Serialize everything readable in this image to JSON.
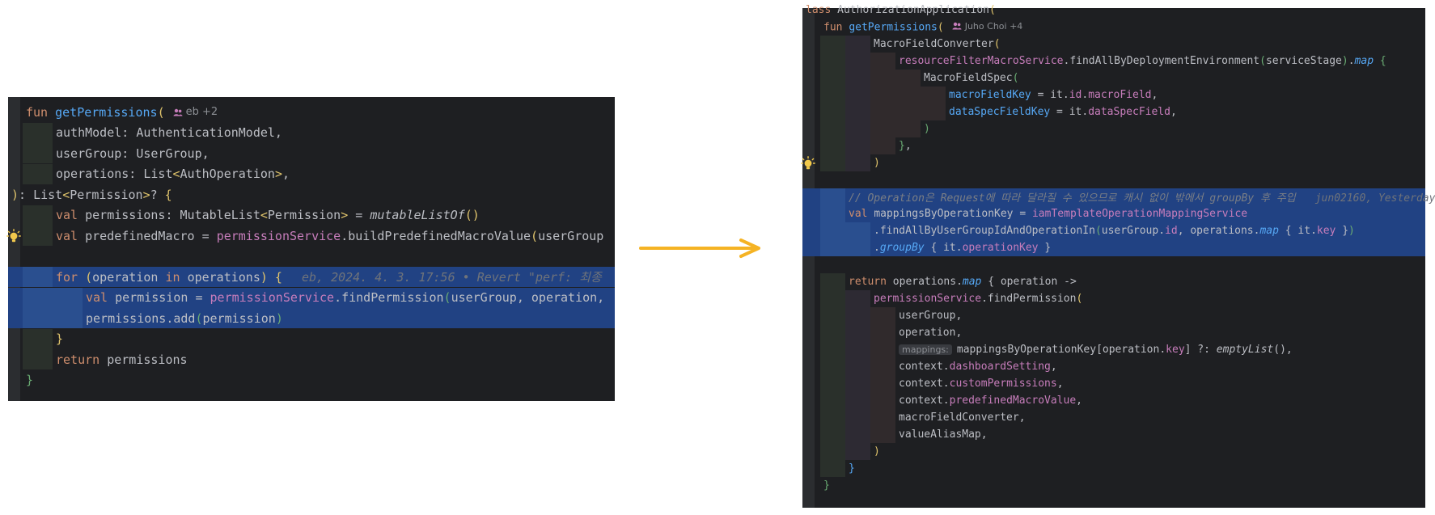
{
  "left": {
    "lines": [
      {
        "depth": 0,
        "sel": false,
        "tokens": [
          {
            "t": "fun ",
            "c": "kw"
          },
          {
            "t": "getPermissions",
            "c": "fn"
          },
          {
            "t": "(",
            "c": "yl"
          }
        ],
        "author": "eb +2"
      },
      {
        "depth": 1,
        "sel": false,
        "tokens": [
          {
            "t": "authModel: AuthenticationModel,",
            "c": "op"
          }
        ]
      },
      {
        "depth": 1,
        "sel": false,
        "tokens": [
          {
            "t": "userGroup: UserGroup,",
            "c": "op"
          }
        ]
      },
      {
        "depth": 1,
        "sel": false,
        "tokens": [
          {
            "t": "operations: List",
            "c": "op"
          },
          {
            "t": "<",
            "c": "yl"
          },
          {
            "t": "AuthOperation",
            "c": "op"
          },
          {
            "t": ">",
            "c": "yl"
          },
          {
            "t": ",",
            "c": "op"
          }
        ]
      },
      {
        "depth": 0,
        "sel": false,
        "nolead": true,
        "tokens": [
          {
            "t": ")",
            "c": "yl"
          },
          {
            "t": ": List",
            "c": "op"
          },
          {
            "t": "<",
            "c": "yl"
          },
          {
            "t": "Permission",
            "c": "op"
          },
          {
            "t": ">",
            "c": "yl"
          },
          {
            "t": "? ",
            "c": "op"
          },
          {
            "t": "{",
            "c": "yl"
          }
        ]
      },
      {
        "depth": 1,
        "sel": false,
        "tokens": [
          {
            "t": "val ",
            "c": "kw"
          },
          {
            "t": "permissions: MutableList",
            "c": "op"
          },
          {
            "t": "<",
            "c": "yl"
          },
          {
            "t": "Permission",
            "c": "op"
          },
          {
            "t": ">",
            "c": "yl"
          },
          {
            "t": " = ",
            "c": "op"
          },
          {
            "t": "mutableListOf",
            "c": "op it"
          },
          {
            "t": "()",
            "c": "yl"
          }
        ]
      },
      {
        "depth": 1,
        "sel": false,
        "bulb": true,
        "tokens": [
          {
            "t": "val ",
            "c": "kw"
          },
          {
            "t": "predefinedMacro = ",
            "c": "op"
          },
          {
            "t": "permissionService",
            "c": "pu"
          },
          {
            "t": ".buildPredefinedMacroValue",
            "c": "op"
          },
          {
            "t": "(",
            "c": "yl"
          },
          {
            "t": "userGroup",
            "c": "op"
          }
        ]
      },
      {
        "depth": 0,
        "sel": false,
        "blank": true,
        "tokens": []
      },
      {
        "depth": 1,
        "sel": true,
        "tokens": [
          {
            "t": "for ",
            "c": "kw"
          },
          {
            "t": "(",
            "c": "yl"
          },
          {
            "t": "operation ",
            "c": "op"
          },
          {
            "t": "in ",
            "c": "kw"
          },
          {
            "t": "operations",
            "c": "op"
          },
          {
            "t": ")",
            "c": "yl"
          },
          {
            "t": " {",
            "c": "yl"
          }
        ],
        "blame": "eb, 2024. 4. 3. 17:56 • Revert \"perf: 최종"
      },
      {
        "depth": 2,
        "sel": true,
        "tokens": [
          {
            "t": "val ",
            "c": "kw"
          },
          {
            "t": "permission = ",
            "c": "op"
          },
          {
            "t": "permissionService",
            "c": "pu"
          },
          {
            "t": ".findPermission",
            "c": "op"
          },
          {
            "t": "(",
            "c": "gr"
          },
          {
            "t": "userGroup, operation,",
            "c": "op"
          }
        ]
      },
      {
        "depth": 2,
        "sel": true,
        "tokens": [
          {
            "t": "permissions.add",
            "c": "op"
          },
          {
            "t": "(",
            "c": "gr"
          },
          {
            "t": "permission",
            "c": "op"
          },
          {
            "t": ")",
            "c": "gr"
          }
        ]
      },
      {
        "depth": 1,
        "sel": false,
        "tokens": [
          {
            "t": "}",
            "c": "yl"
          }
        ]
      },
      {
        "depth": 1,
        "sel": false,
        "tokens": [
          {
            "t": "return ",
            "c": "kw"
          },
          {
            "t": "permissions",
            "c": "op"
          }
        ]
      },
      {
        "depth": 0,
        "sel": false,
        "tokens": [
          {
            "t": "}",
            "c": "gr"
          }
        ]
      }
    ]
  },
  "right": {
    "lines": [
      {
        "depth": 0,
        "sel": false,
        "nolead": true,
        "tokens": [
          {
            "t": "lass ",
            "c": "kw"
          },
          {
            "t": "AuthorizationApplication",
            "c": "op"
          },
          {
            "t": "(",
            "c": "yl"
          }
        ]
      },
      {
        "depth": 0,
        "sel": false,
        "tokens": [
          {
            "t": "fun ",
            "c": "kw"
          },
          {
            "t": "getPermissions",
            "c": "fn"
          },
          {
            "t": "(",
            "c": "yl"
          }
        ],
        "author": "Juho Choi +4"
      },
      {
        "depth": 2,
        "sel": false,
        "tokens": [
          {
            "t": "MacroFieldConverter",
            "c": "op"
          },
          {
            "t": "(",
            "c": "yl"
          }
        ]
      },
      {
        "depth": 3,
        "sel": false,
        "tokens": [
          {
            "t": "resourceFilterMacroService",
            "c": "pu"
          },
          {
            "t": ".findAllByDeploymentEnvironment",
            "c": "op"
          },
          {
            "t": "(",
            "c": "gr"
          },
          {
            "t": "serviceStage",
            "c": "op"
          },
          {
            "t": ")",
            "c": "gr"
          },
          {
            "t": ".",
            "c": "op"
          },
          {
            "t": "map",
            "c": "fn it"
          },
          {
            "t": " {",
            "c": "gr"
          }
        ]
      },
      {
        "depth": 4,
        "sel": false,
        "tokens": [
          {
            "t": "MacroFieldSpec",
            "c": "op"
          },
          {
            "t": "(",
            "c": "gr"
          }
        ]
      },
      {
        "depth": 5,
        "sel": false,
        "tokens": [
          {
            "t": "macroFieldKey",
            "c": "fn"
          },
          {
            "t": " = it.",
            "c": "op"
          },
          {
            "t": "id",
            "c": "pu"
          },
          {
            "t": ".",
            "c": "op"
          },
          {
            "t": "macroField",
            "c": "pu"
          },
          {
            "t": ",",
            "c": "op"
          }
        ]
      },
      {
        "depth": 5,
        "sel": false,
        "tokens": [
          {
            "t": "dataSpecFieldKey",
            "c": "fn"
          },
          {
            "t": " = it.",
            "c": "op"
          },
          {
            "t": "dataSpecField",
            "c": "pu"
          },
          {
            "t": ",",
            "c": "op"
          }
        ]
      },
      {
        "depth": 4,
        "sel": false,
        "tokens": [
          {
            "t": ")",
            "c": "gr"
          }
        ]
      },
      {
        "depth": 3,
        "sel": false,
        "tokens": [
          {
            "t": "}",
            "c": "gr"
          },
          {
            "t": ",",
            "c": "op"
          }
        ]
      },
      {
        "depth": 2,
        "sel": false,
        "bulb": true,
        "tokens": [
          {
            "t": ")",
            "c": "yl"
          }
        ]
      },
      {
        "depth": 0,
        "sel": false,
        "blank": true,
        "tokens": []
      },
      {
        "depth": 1,
        "sel": true,
        "tokens": [
          {
            "t": "// Operation은 Request에 따라 달라질 수 있으므로 캐시 없이 밖에서 groupBy 후 주입",
            "c": "cm"
          }
        ],
        "blame": "jun02160, Yesterday"
      },
      {
        "depth": 1,
        "sel": true,
        "tokens": [
          {
            "t": "val ",
            "c": "kw"
          },
          {
            "t": "mappingsByOperationKey = ",
            "c": "op"
          },
          {
            "t": "iamTemplateOperationMappingService",
            "c": "pu"
          }
        ]
      },
      {
        "depth": 2,
        "sel": true,
        "tokens": [
          {
            "t": ".findAllByUserGroupIdAndOperationIn",
            "c": "op"
          },
          {
            "t": "(",
            "c": "gr"
          },
          {
            "t": "userGroup.",
            "c": "op"
          },
          {
            "t": "id",
            "c": "pu"
          },
          {
            "t": ", operations.",
            "c": "op"
          },
          {
            "t": "map",
            "c": "fn it"
          },
          {
            "t": " { it.",
            "c": "op"
          },
          {
            "t": "key",
            "c": "pu"
          },
          {
            "t": " }",
            "c": "op"
          },
          {
            "t": ")",
            "c": "gr"
          }
        ]
      },
      {
        "depth": 2,
        "sel": true,
        "tokens": [
          {
            "t": ".",
            "c": "op"
          },
          {
            "t": "groupBy",
            "c": "fn it"
          },
          {
            "t": " { it.",
            "c": "op"
          },
          {
            "t": "operationKey",
            "c": "pu"
          },
          {
            "t": " }",
            "c": "op"
          }
        ]
      },
      {
        "depth": 0,
        "sel": false,
        "blank": true,
        "tokens": []
      },
      {
        "depth": 1,
        "sel": false,
        "tokens": [
          {
            "t": "return ",
            "c": "kw"
          },
          {
            "t": "operations.",
            "c": "op"
          },
          {
            "t": "map",
            "c": "fn it"
          },
          {
            "t": " { operation ->",
            "c": "op"
          }
        ]
      },
      {
        "depth": 2,
        "sel": false,
        "tokens": [
          {
            "t": "permissionService",
            "c": "pu"
          },
          {
            "t": ".findPermission",
            "c": "op"
          },
          {
            "t": "(",
            "c": "yl"
          }
        ]
      },
      {
        "depth": 3,
        "sel": false,
        "tokens": [
          {
            "t": "userGroup,",
            "c": "op"
          }
        ]
      },
      {
        "depth": 3,
        "sel": false,
        "tokens": [
          {
            "t": "operation,",
            "c": "op"
          }
        ]
      },
      {
        "depth": 3,
        "sel": false,
        "hint": "mappings:",
        "tokens": [
          {
            "t": "mappingsByOperationKey",
            "c": "op"
          },
          {
            "t": "[",
            "c": "op"
          },
          {
            "t": "operation.",
            "c": "op"
          },
          {
            "t": "key",
            "c": "pu"
          },
          {
            "t": "] ?: ",
            "c": "op"
          },
          {
            "t": "emptyList",
            "c": "op it"
          },
          {
            "t": "(),",
            "c": "op"
          }
        ]
      },
      {
        "depth": 3,
        "sel": false,
        "tokens": [
          {
            "t": "context.",
            "c": "op"
          },
          {
            "t": "dashboardSetting",
            "c": "pu"
          },
          {
            "t": ",",
            "c": "op"
          }
        ]
      },
      {
        "depth": 3,
        "sel": false,
        "tokens": [
          {
            "t": "context.",
            "c": "op"
          },
          {
            "t": "customPermissions",
            "c": "pu"
          },
          {
            "t": ",",
            "c": "op"
          }
        ]
      },
      {
        "depth": 3,
        "sel": false,
        "tokens": [
          {
            "t": "context.",
            "c": "op"
          },
          {
            "t": "predefinedMacroValue",
            "c": "pu"
          },
          {
            "t": ",",
            "c": "op"
          }
        ]
      },
      {
        "depth": 3,
        "sel": false,
        "tokens": [
          {
            "t": "macroFieldConverter,",
            "c": "op"
          }
        ]
      },
      {
        "depth": 3,
        "sel": false,
        "tokens": [
          {
            "t": "valueAliasMap,",
            "c": "op"
          }
        ]
      },
      {
        "depth": 2,
        "sel": false,
        "tokens": [
          {
            "t": ")",
            "c": "yl"
          }
        ]
      },
      {
        "depth": 1,
        "sel": false,
        "tokens": [
          {
            "t": "}",
            "c": "fn"
          }
        ]
      },
      {
        "depth": 0,
        "sel": false,
        "tokens": [
          {
            "t": "}",
            "c": "gr"
          }
        ]
      }
    ]
  },
  "colors": {
    "accent_arrow": "#f5b324",
    "selection": "#214283",
    "editor_bg": "#1e1f22",
    "bulb": "#f2c94c"
  },
  "icons": {
    "author": "people-icon",
    "bulb": "lightbulb-icon",
    "arrow": "arrow-right-icon"
  }
}
